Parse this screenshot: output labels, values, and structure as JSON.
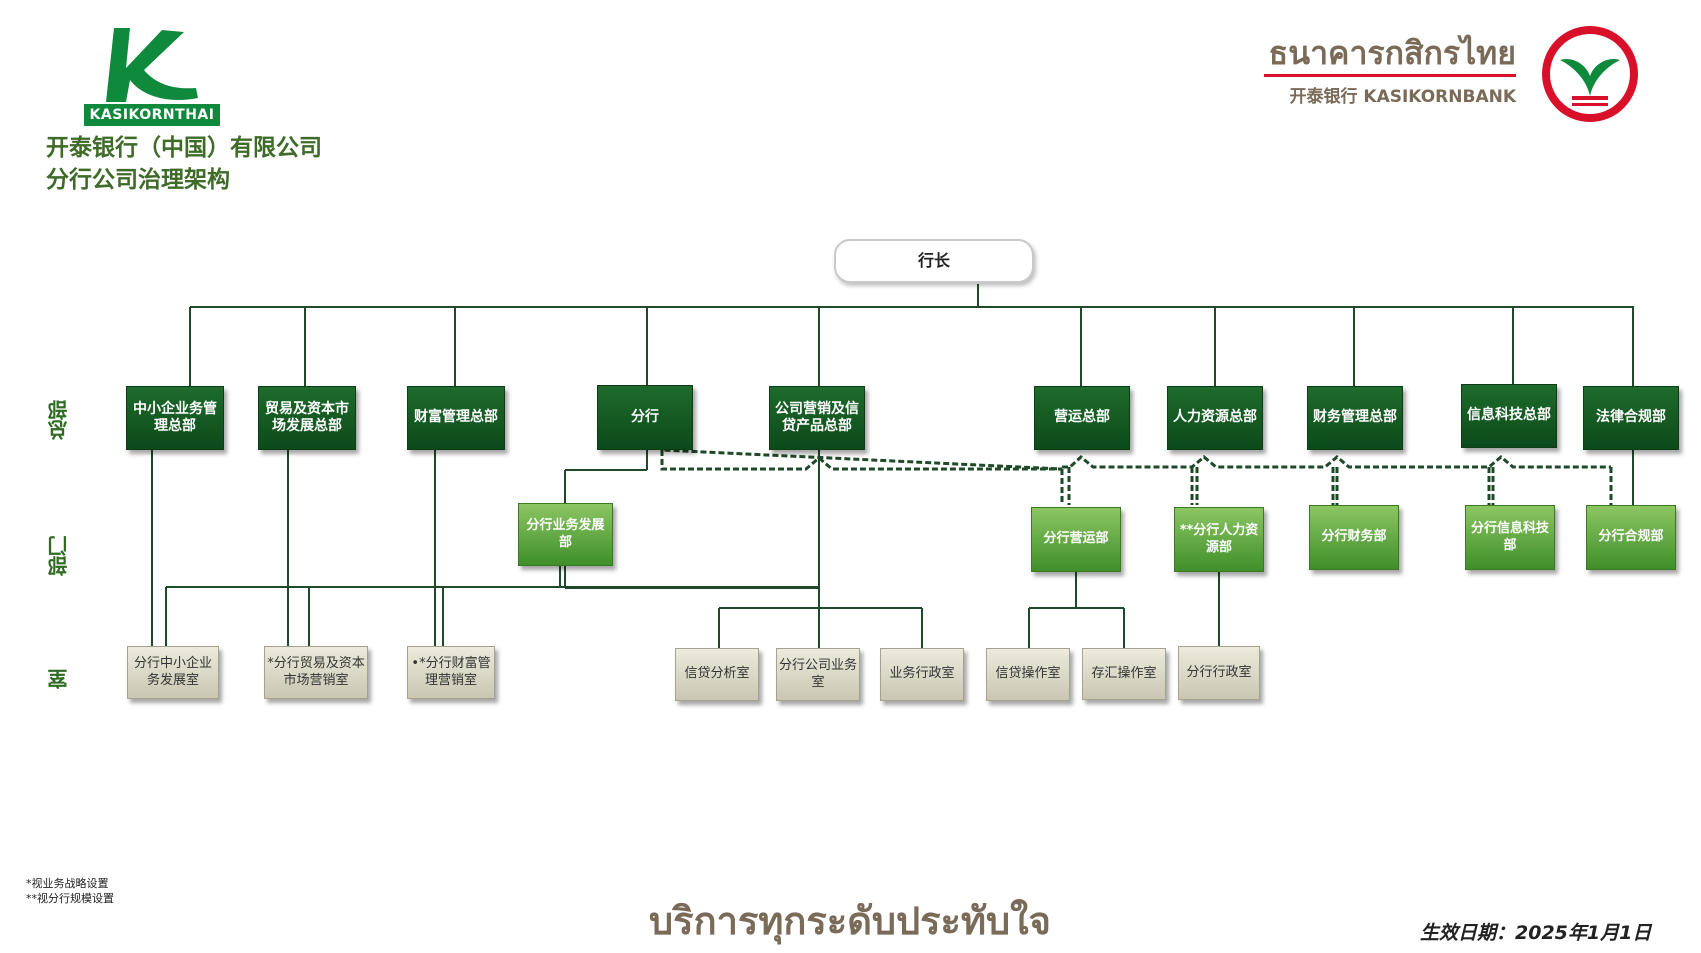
{
  "brand": {
    "left_logo_word": "KASIKORNTHAI",
    "right_logo_thai": "ธนาคารกสิกรไทย",
    "right_logo_en": "开泰银行 KASIKORNBANK",
    "green": "#0f8a3c",
    "red": "#d8102a"
  },
  "title": {
    "line1": "开泰银行（中国）有限公司",
    "line2": "分行公司治理架构"
  },
  "levels": {
    "hq": "总部",
    "dept": "部门",
    "room": "室"
  },
  "org": {
    "president": "行长",
    "hq": [
      "中小企业务管理总部",
      "贸易及资本市场发展总部",
      "财富管理总部",
      "分行",
      "公司营销及信贷产品总部",
      "营运总部",
      "人力资源总部",
      "财务管理总部",
      "信息科技总部",
      "法律合规部"
    ],
    "dept": [
      "分行业务发展部",
      "分行营运部",
      "**分行人力资源部",
      "分行财务部",
      "分行信息科技部",
      "分行合规部"
    ],
    "room": [
      "分行中小企业务发展室",
      "*分行贸易及资本市场营销室",
      "•*分行财富管理营销室",
      "信贷分析室",
      "分行公司业务室",
      "业务行政室",
      "信贷操作室",
      "存汇操作室",
      "分行行政室"
    ]
  },
  "notes": {
    "n1": "*视业务战略设置",
    "n2": "**视分行规模设置"
  },
  "slogan": "บริการทุกระดับประทับใจ",
  "effective_date": "生效日期：2025年1月1日"
}
